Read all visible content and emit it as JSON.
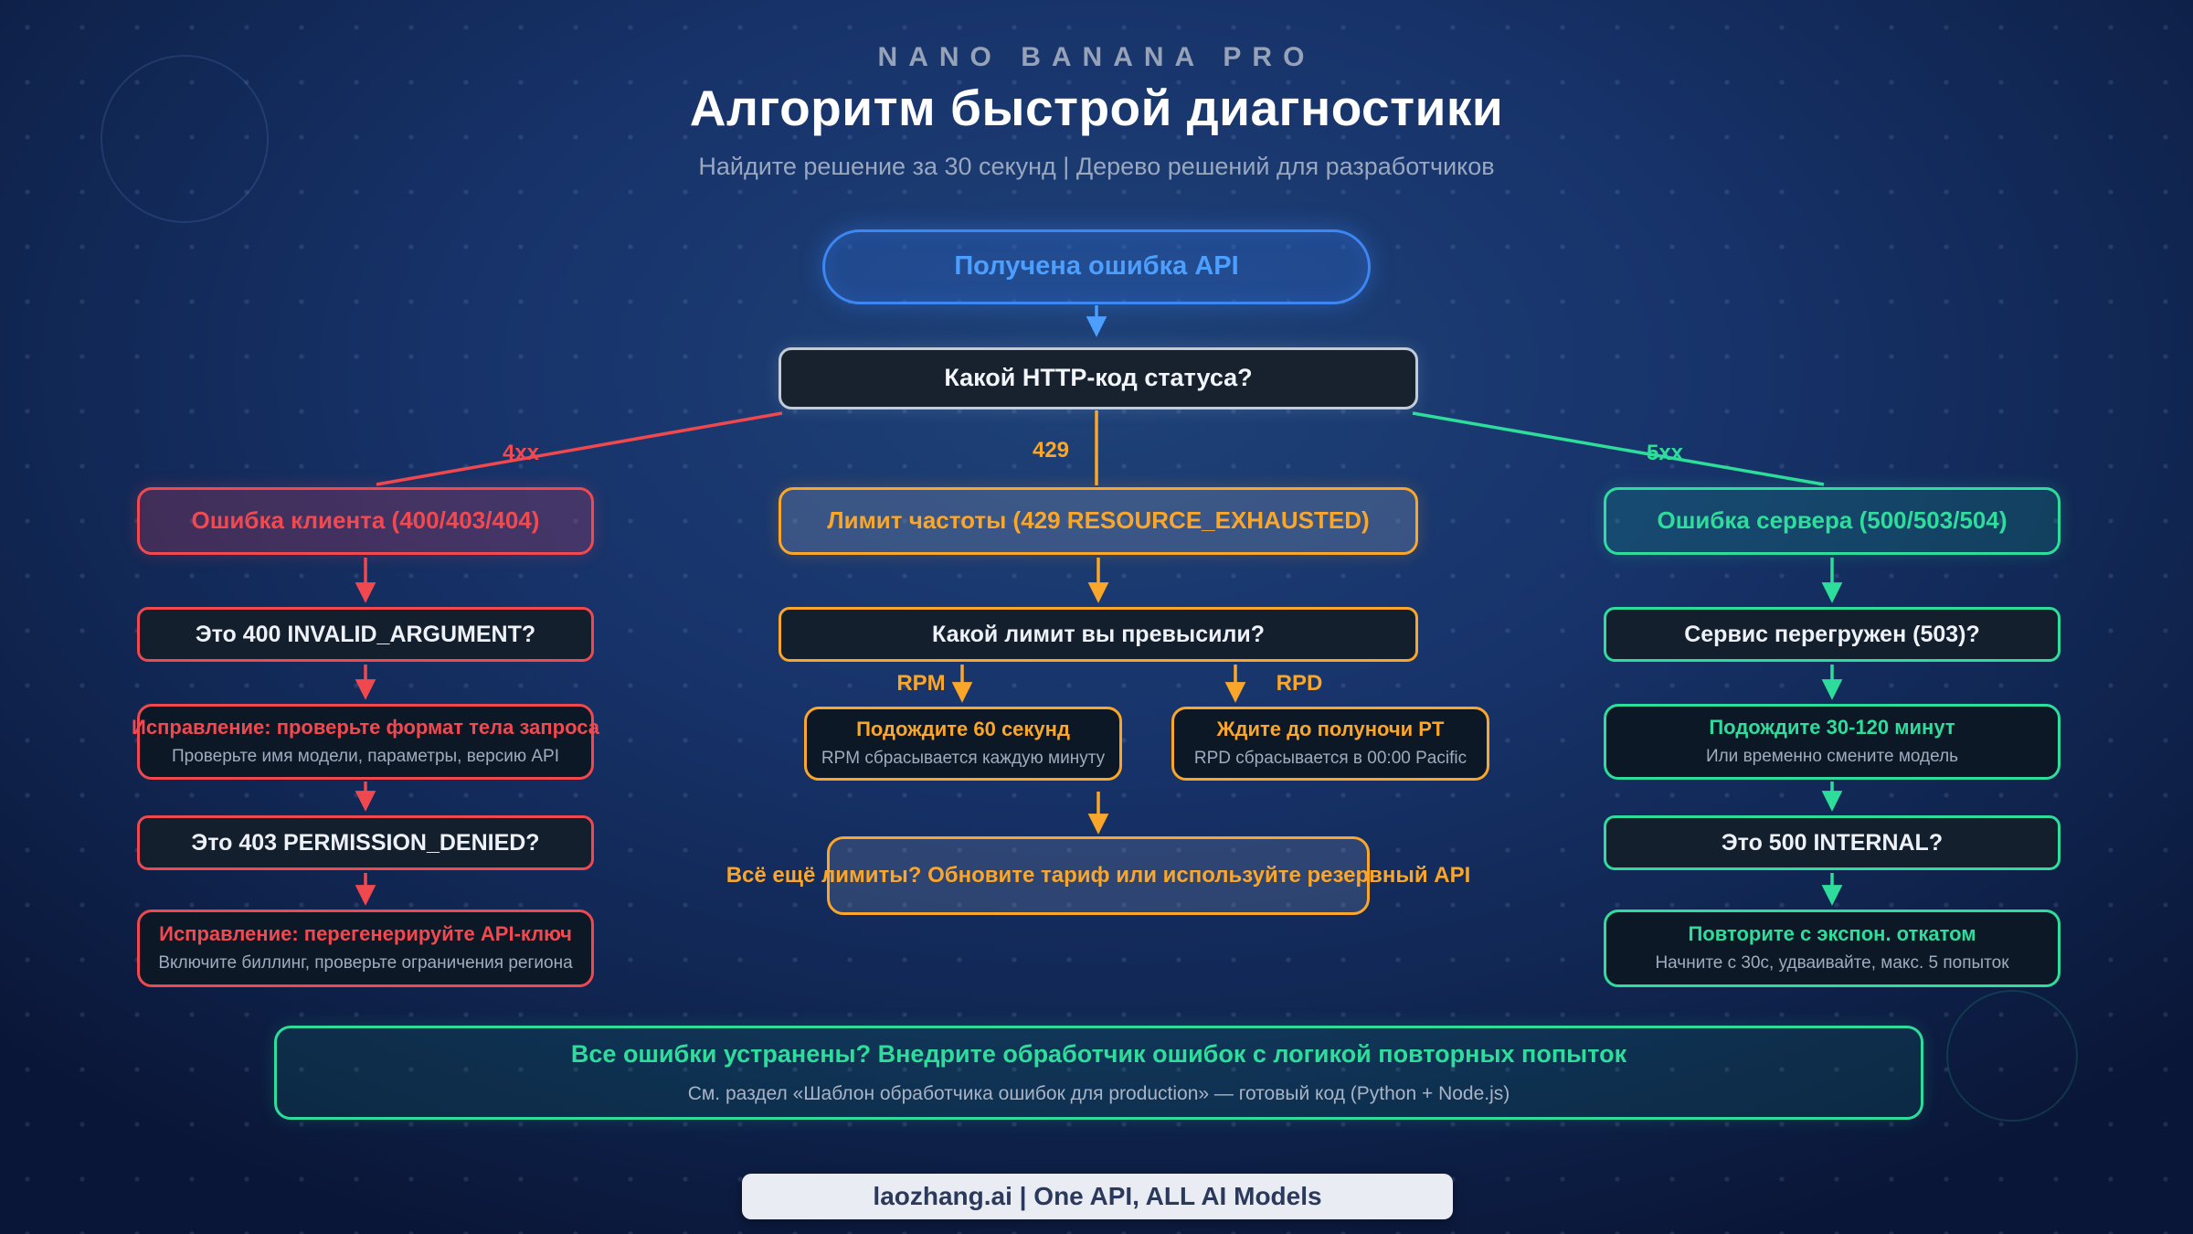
{
  "header": {
    "brand": "NANO BANANA PRO",
    "title": "Алгоритм быстрой диагностики",
    "subtitle": "Найдите решение за 30 секунд | Дерево решений для разработчиков"
  },
  "colors": {
    "blue_accent": "#4d9fff",
    "red_accent": "#f1494f",
    "orange_accent": "#f9a62a",
    "green_accent": "#2edd9b",
    "background_navy": "#12294f",
    "box_dark": "#141f2d",
    "footer_bg": "#e9ecf2"
  },
  "start_node": {
    "label": "Получена ошибка API"
  },
  "http_node": {
    "label": "Какой HTTP-код статуса?"
  },
  "branch_labels": {
    "client": "4xx",
    "rate": "429",
    "server": "5xx"
  },
  "client_branch": {
    "category": "Ошибка клиента (400/403/404)",
    "q1": "Это 400 INVALID_ARGUMENT?",
    "fix1_title": "Исправление: проверьте формат тела запроса",
    "fix1_sub": "Проверьте имя модели, параметры, версию API",
    "q2": "Это 403 PERMISSION_DENIED?",
    "fix2_title": "Исправление: перегенерируйте API-ключ",
    "fix2_sub": "Включите биллинг, проверьте ограничения региона"
  },
  "rate_branch": {
    "category": "Лимит частоты (429 RESOURCE_EXHAUSTED)",
    "q1": "Какой лимит вы превысили?",
    "rpm_label": "RPM",
    "rpd_label": "RPD",
    "rpm_title": "Подождите 60 секунд",
    "rpm_sub": "RPM сбрасывается каждую минуту",
    "rpd_title": "Ждите до полуночи PT",
    "rpd_sub": "RPD сбрасывается в 00:00 Pacific",
    "final": "Всё ещё лимиты? Обновите тариф или используйте резервный API"
  },
  "server_branch": {
    "category": "Ошибка сервера (500/503/504)",
    "q1": "Сервис перегружен (503)?",
    "fix1_title": "Подождите 30-120 минут",
    "fix1_sub": "Или временно смените модель",
    "q2": "Это 500 INTERNAL?",
    "fix2_title": "Повторите с экспон. откатом",
    "fix2_sub": "Начните с 30с, удваивайте, макс. 5 попыток"
  },
  "summary": {
    "title": "Все ошибки устранены? Внедрите обработчик ошибок с логикой повторных попыток",
    "subtitle": "См. раздел «Шаблон обработчика ошибок для production» — готовый код (Python + Node.js)"
  },
  "footer": {
    "label": "laozhang.ai | One API, ALL AI Models"
  }
}
